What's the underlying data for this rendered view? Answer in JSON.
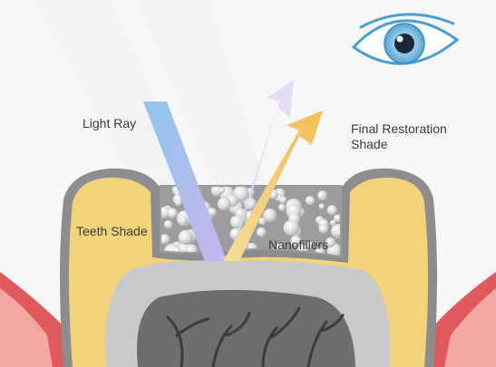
{
  "labels": {
    "light_ray": "Light Ray",
    "final_restoration_line1": "Final Restoration",
    "final_restoration_line2": "Shade",
    "teeth_shade": "Teeth Shade",
    "nanofillers": "Nanofillers"
  },
  "icons": {
    "eye": "eye-icon"
  },
  "colors": {
    "background": "#f7f7f8",
    "gum": "#e0595c",
    "gum_light": "#f3a7a3",
    "tooth_outline": "#8d8d8f",
    "enamel": "#f2d37a",
    "dentin": "#c9c9cb",
    "pulp": "#6e6e70",
    "light_ray_start": "#8ec7ea",
    "light_ray_end": "#c9b4ee",
    "reflected_violet": "#ddd3f1",
    "reflected_gold": "#f1c35f",
    "eye_iris": "#86c3e7",
    "eye_outline": "#4b9fcf"
  }
}
